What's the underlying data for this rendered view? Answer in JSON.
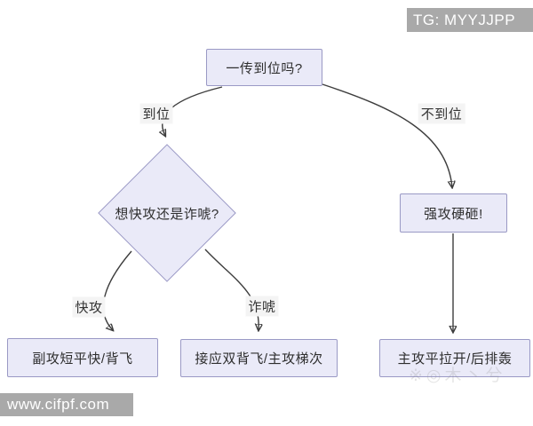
{
  "banners": {
    "top_right": "TG: MYYJJPP",
    "bottom_left": "www.cifpf.com"
  },
  "flowchart": {
    "nodes": {
      "start": {
        "label": "一传到位吗?"
      },
      "decision": {
        "label": "想快攻还是诈唬?"
      },
      "smash": {
        "label": "强攻硬砸!"
      },
      "quick_result": {
        "label": "副攻短平快/背飞"
      },
      "bluff_result": {
        "label": "接应双背飞/主攻梯次"
      },
      "open_result": {
        "label": "主攻平拉开/后排轰"
      }
    },
    "edge_labels": {
      "in_place": "到位",
      "not_in_place": "不到位",
      "quick": "快攻",
      "bluff": "诈唬"
    }
  },
  "watermark": {
    "bottom_right": "※◎木丶兮"
  },
  "colors": {
    "node_fill": "#EAEAF8",
    "node_border": "#9A99C5",
    "connector": "#3d3d3d",
    "banner_bg": "#A9A9A9",
    "banner_text": "#ffffff"
  }
}
